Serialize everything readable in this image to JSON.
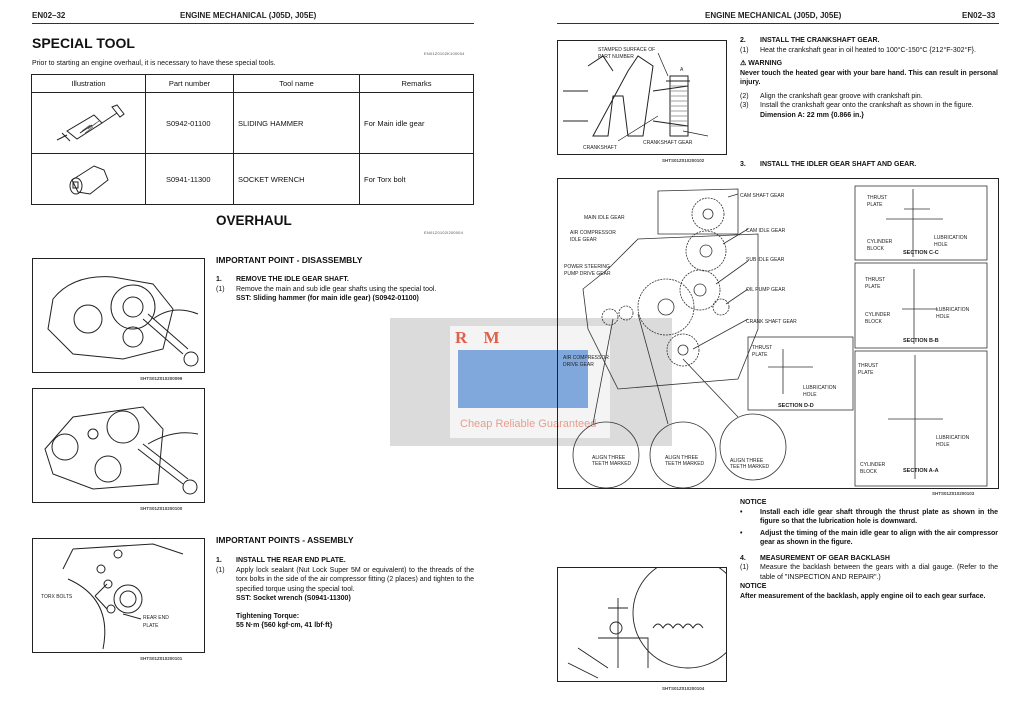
{
  "left": {
    "page_no": "EN02–32",
    "title": "ENGINE MECHANICAL (J05D, J05E)",
    "special_tool": {
      "heading": "SPECIAL TOOL",
      "code": "EN01Z0102K100004",
      "intro": "Prior to starting an engine overhaul, it is necessary to have these special tools.",
      "columns": [
        "Illustration",
        "Part number",
        "Tool name",
        "Remarks"
      ],
      "rows": [
        {
          "part": "S0942-01100",
          "name": "SLIDING HAMMER",
          "remarks": "For Main idle gear"
        },
        {
          "part": "S0941-11300",
          "name": "SOCKET WRENCH",
          "remarks": "For Torx bolt"
        }
      ]
    },
    "overhaul": {
      "heading": "OVERHAUL",
      "code": "EN01Z0102I200004"
    },
    "disassembly": {
      "heading": "IMPORTANT POINT - DISASSEMBLY",
      "step_no": "1.",
      "step": "REMOVE THE IDLE GEAR SHAFT.",
      "sub_no": "(1)",
      "sub": "Remove the main and sub idle gear shafts using the special tool.",
      "sst": "SST:  Sliding hammer (for main idle gear)  (S0942-01100)"
    },
    "assembly": {
      "heading": "IMPORTANT POINTS - ASSEMBLY",
      "step_no": "1.",
      "step": "INSTALL THE REAR END PLATE.",
      "sub_no": "(1)",
      "sub": "Apply lock sealant (Nut Lock Super 5M or equivalent) to the threads of the torx bolts in the side of the air compressor fitting (2 places) and tighten to the specified torque using the special tool.",
      "sst": "SST:  Socket wrench  (S0941-11300)",
      "torque_label": "Tightening Torque:",
      "torque": "55 N·m {560 kgf·cm, 41 lbf·ft}"
    },
    "figures": {
      "fig1_caption": "SHTS01Z010200099",
      "fig2_caption": "SHTS01Z010200100",
      "fig3_caption": "SHTS01Z010200101",
      "fig3_torx": "TORX BOLTS",
      "fig3_rear1": "REAR END",
      "fig3_rear2": "PLATE"
    }
  },
  "right": {
    "page_no": "EN02–33",
    "title": "ENGINE MECHANICAL (J05D, J05E)",
    "step2": {
      "no": "2.",
      "text": "INSTALL THE CRANKSHAFT GEAR.",
      "s1_no": "(1)",
      "s1": "Heat the crankshaft gear in oil heated to 100°C-150°C {212°F-302°F}.",
      "warning_label": "WARNING",
      "warning": "Never touch the heated gear with your bare hand. This can result in personal injury.",
      "s2_no": "(2)",
      "s2": "Align the crankshaft gear groove with crankshaft pin.",
      "s3_no": "(3)",
      "s3": "Install the crankshaft gear onto the crankshaft as shown in the figure.",
      "dimension": "Dimension A: 22 mm {0.866 in.}"
    },
    "step3": {
      "no": "3.",
      "text": "INSTALL THE IDLER GEAR SHAFT AND GEAR."
    },
    "notice1": {
      "label": "NOTICE",
      "bullets": [
        "Install each idle gear shaft through the thrust plate as shown in the figure so that the lubrication hole is downward.",
        "Adjust the timing of the main idle gear to align with the air compressor gear as shown in the figure."
      ]
    },
    "step4": {
      "no": "4.",
      "text": "MEASUREMENT OF GEAR BACKLASH",
      "s1_no": "(1)",
      "s1": "Measure the backlash between the gears with a dial gauge. (Refer to the table of \"INSPECTION AND REPAIR\".)"
    },
    "notice2": {
      "label": "NOTICE",
      "text": "After measurement of the backlash, apply engine oil to each gear surface."
    },
    "crank_fig": {
      "stamped1": "STAMPED SURFACE OF",
      "stamped2": "PART NUMBER",
      "crankshaft": "CRANKSHAFT",
      "crank_gear": "CRANKSHAFT GEAR",
      "a": "A",
      "caption": "SHTS01Z010200102"
    },
    "gear_fig": {
      "cam_shaft": "CAM SHAFT GEAR",
      "main_idle": "MAIN IDLE GEAR",
      "air_comp_idle1": "AIR COMPRESSOR",
      "air_comp_idle2": "IDLE GEAR",
      "cam_idle": "CAM IDLE GEAR",
      "ps1": "POWER STEERING",
      "ps2": "PUMP DRIVE GEAR",
      "sub_idle": "SUB IDLE GEAR",
      "oil_pump": "OIL PUMP GEAR",
      "crank": "CRANK SHAFT GEAR",
      "acd1": "AIR COMPRESSOR",
      "acd2": "DRIVE GEAR",
      "align1": "ALIGN THREE",
      "align2": "TEETH MARKED",
      "thrust1": "THRUST",
      "thrust2": "PLATE",
      "lub1": "LUBRICATION",
      "lub2": "HOLE",
      "cyl1": "CYLINDER",
      "cyl2": "BLOCK",
      "sec_cc": "SECTION C-C",
      "sec_bb": "SECTION B-B",
      "sec_dd": "SECTION D-D",
      "sec_aa": "SECTION A-A",
      "caption": "SHTS01Z010200103"
    },
    "fig4_caption": "SHTS01Z010200104"
  },
  "watermark": {
    "logo": "R M",
    "tagline": "Cheap Reliable Guaranteed"
  },
  "colors": {
    "watermark_red": "#e0604a",
    "watermark_blue": "#5b8fd6",
    "watermark_gray": "#bdbdbd"
  }
}
